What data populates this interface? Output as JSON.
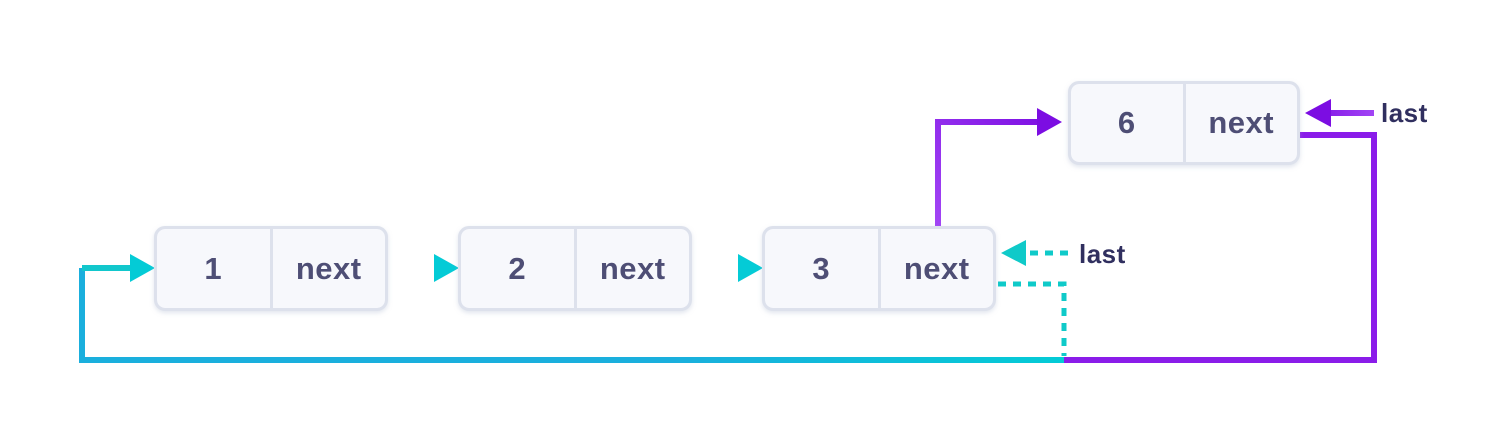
{
  "diagram": {
    "type": "circular-singly-linked-list-insertion-at-end"
  },
  "nodes": [
    {
      "value": "1",
      "pointer_label": "next"
    },
    {
      "value": "2",
      "pointer_label": "next"
    },
    {
      "value": "3",
      "pointer_label": "next"
    },
    {
      "value": "6",
      "pointer_label": "next"
    }
  ],
  "labels": {
    "last_new": "last",
    "last_old": "last"
  },
  "colors": {
    "teal": "#12c7cc",
    "teal-bright": "#04cbd6",
    "teal-blue": "#1aafdd",
    "teal-dash": "#0fcac9",
    "purple": "#8a1ce9",
    "purple-light": "#a245f5",
    "purple-dark": "#7c0de2",
    "label-ink": "#302f5f",
    "node-ink": "#4e4e75",
    "node-bg": "#f7f8fc",
    "node-border": "#dde1ec"
  }
}
